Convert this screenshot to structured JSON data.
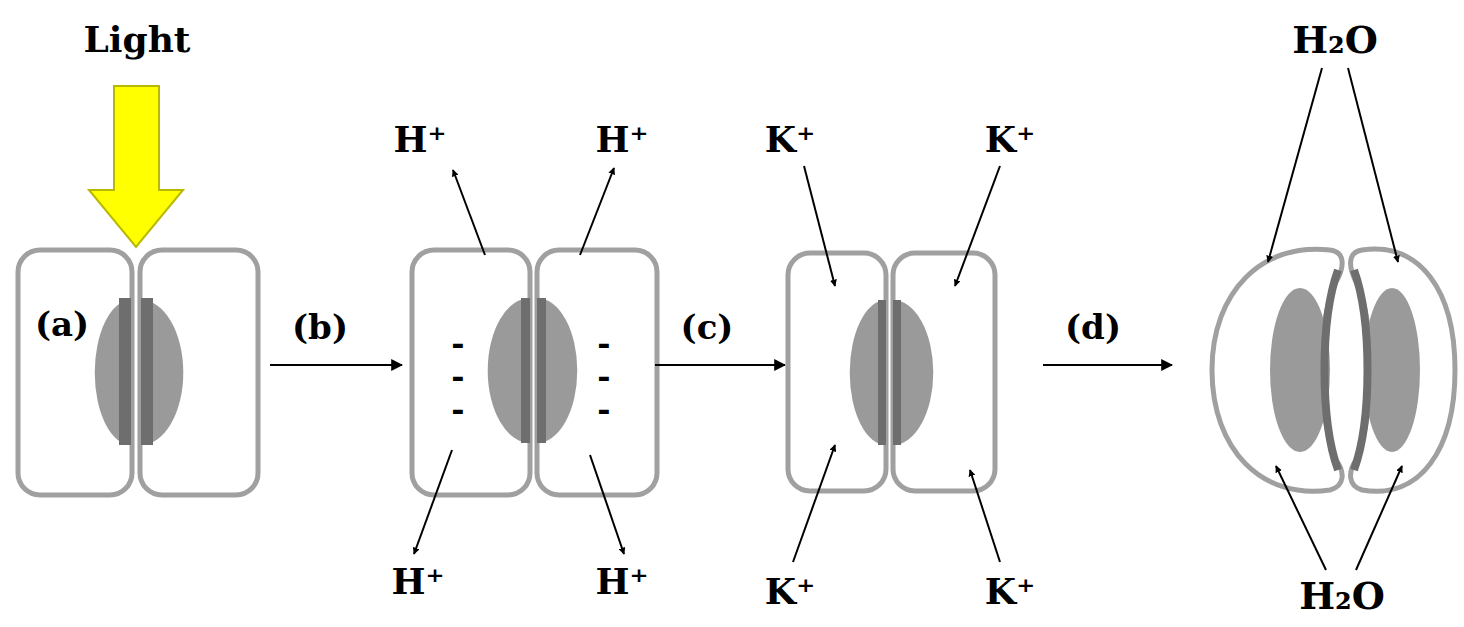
{
  "diagram": {
    "labels": [
      "Light",
      "(a)",
      "(b)",
      "H⁺",
      "H⁺",
      "-",
      "-",
      "-",
      "-",
      "-",
      "-",
      "H⁺",
      "H⁺",
      "(c)",
      "K⁺",
      "K⁺",
      "K⁺",
      "K⁺",
      "(d)",
      "H₂O",
      "H₂O"
    ]
  }
}
